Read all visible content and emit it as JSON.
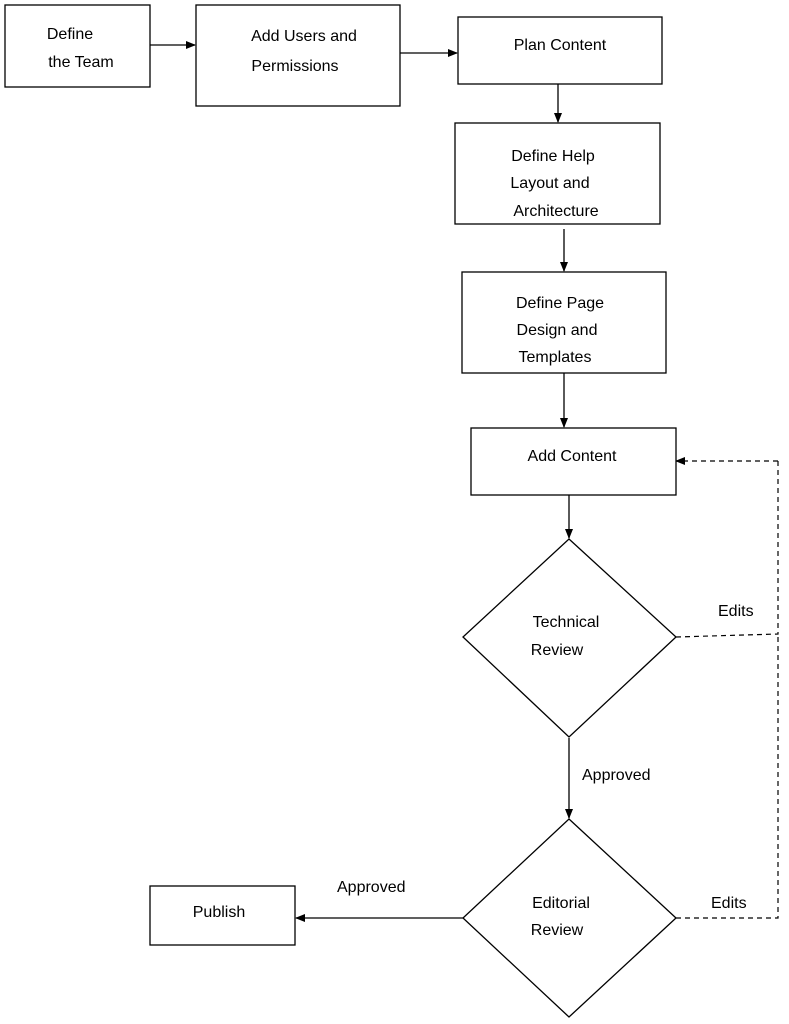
{
  "diagram": {
    "nodes": {
      "define_team": {
        "shape": "box",
        "lines": [
          "Define",
          "the Team"
        ]
      },
      "add_users": {
        "shape": "box",
        "lines": [
          "Add Users and",
          "Permissions"
        ]
      },
      "plan_content": {
        "shape": "box",
        "lines": [
          "Plan Content"
        ]
      },
      "define_help": {
        "shape": "box",
        "lines": [
          "Define Help",
          "Layout and",
          "Architecture"
        ]
      },
      "define_page": {
        "shape": "box",
        "lines": [
          "Define Page",
          "Design and",
          "Templates"
        ]
      },
      "add_content": {
        "shape": "box",
        "lines": [
          "Add Content"
        ]
      },
      "technical_review": {
        "shape": "diamond",
        "lines": [
          "Technical",
          "Review"
        ]
      },
      "editorial_review": {
        "shape": "diamond",
        "lines": [
          "Editorial",
          "Review"
        ]
      },
      "publish": {
        "shape": "box",
        "lines": [
          "Publish"
        ]
      }
    },
    "edges": [
      {
        "from": "define_team",
        "to": "add_users",
        "label": "",
        "style": "solid"
      },
      {
        "from": "add_users",
        "to": "plan_content",
        "label": "",
        "style": "solid"
      },
      {
        "from": "plan_content",
        "to": "define_help",
        "label": "",
        "style": "solid"
      },
      {
        "from": "define_help",
        "to": "define_page",
        "label": "",
        "style": "solid"
      },
      {
        "from": "define_page",
        "to": "add_content",
        "label": "",
        "style": "solid"
      },
      {
        "from": "add_content",
        "to": "technical_review",
        "label": "",
        "style": "solid"
      },
      {
        "from": "technical_review",
        "to": "editorial_review",
        "label": "Approved",
        "style": "solid"
      },
      {
        "from": "editorial_review",
        "to": "publish",
        "label": "Approved",
        "style": "solid"
      },
      {
        "from": "technical_review",
        "to": "add_content",
        "label": "Edits",
        "style": "dashed"
      },
      {
        "from": "editorial_review",
        "to": "add_content",
        "label": "Edits",
        "style": "dashed"
      }
    ]
  }
}
